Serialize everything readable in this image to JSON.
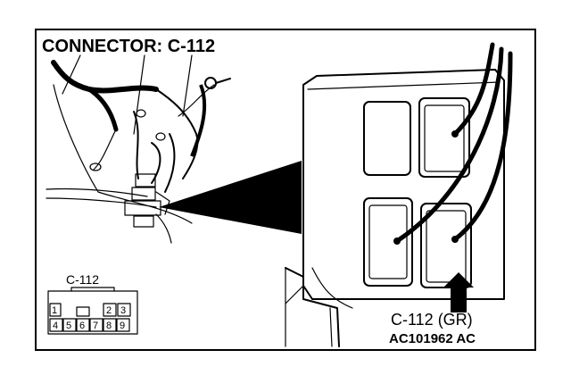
{
  "diagram": {
    "title": "CONNECTOR: C-112",
    "callout_label": "C-112 (GR)",
    "reference_code": "AC101962 AC",
    "pinout": {
      "label": "C-112",
      "top_row": [
        "1",
        "2",
        "3"
      ],
      "bottom_row": [
        "4",
        "5",
        "6",
        "7",
        "8",
        "9"
      ]
    }
  }
}
